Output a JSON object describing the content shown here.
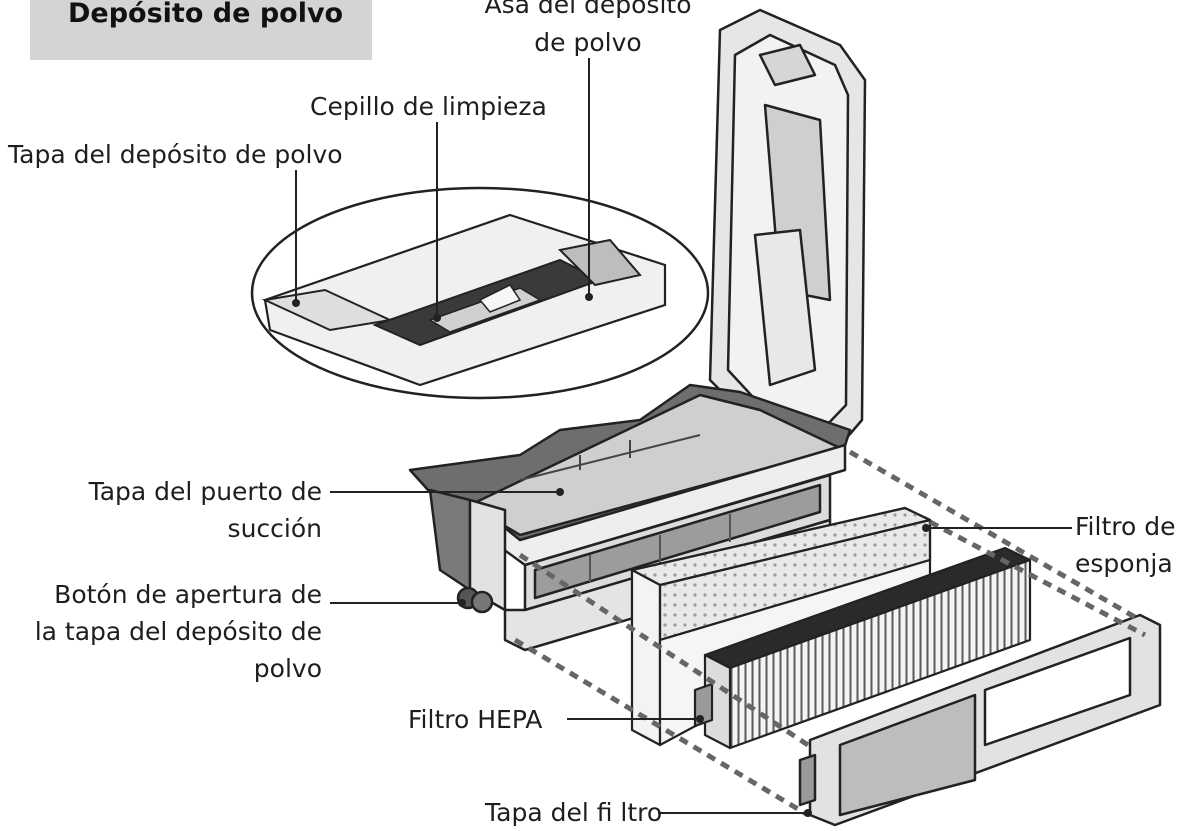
{
  "title": "Depósito de polvo",
  "labels": {
    "handle_line1": "Asa del depósito",
    "handle_line2": "de polvo",
    "brush": "Cepillo de limpieza",
    "lid": "Tapa del depósito de polvo",
    "suction_line1": "Tapa del puerto de",
    "suction_line2": "succión",
    "button_line1": "Botón de apertura de",
    "button_line2": "la tapa del depósito de",
    "button_line3": "polvo",
    "sponge_line1": "Filtro de",
    "sponge_line2": "esponja",
    "hepa": "Filtro HEPA",
    "filter_cover": "Tapa del fi ltro"
  },
  "colors": {
    "ink": "#1e1e1e",
    "body_gray": "#dcdcdc",
    "dark_gray": "#6e6e6e",
    "light_gray": "#f0f0f0",
    "title_bg": "#d4d4d4"
  }
}
